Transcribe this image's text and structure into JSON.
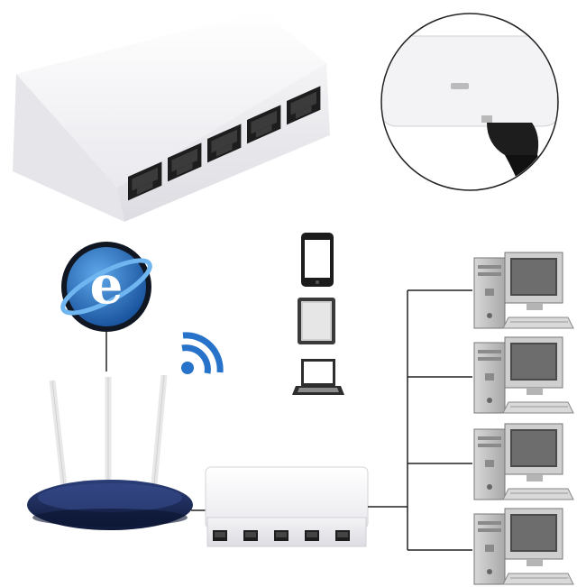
{
  "scene": {
    "topology": "router-to-switch-to-computers",
    "devices": [
      "network-switch",
      "micro-usb-power-port",
      "wireless-router",
      "internet",
      "wifi",
      "smartphone",
      "tablet",
      "laptop",
      "desktop-computer"
    ],
    "switch_ports": 5,
    "computers": 4,
    "colors": {
      "switch_body": "#f2f2f4",
      "router_body": "#1b2a55",
      "internet_globe": "#1f5fb0",
      "wifi": "#2673c9",
      "line": "#222222"
    }
  }
}
